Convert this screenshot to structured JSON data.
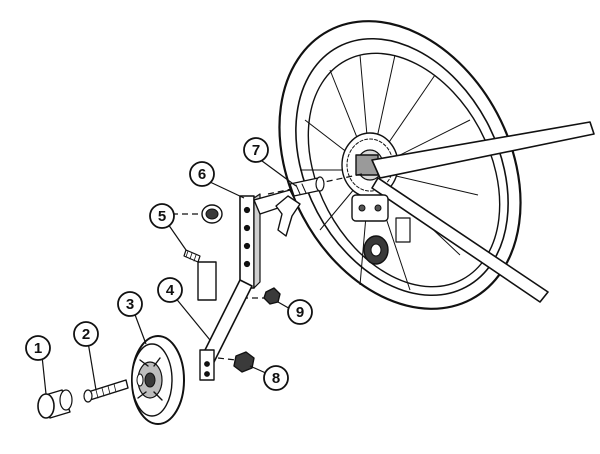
{
  "diagram": {
    "style": "black-and-white exploded parts view",
    "callouts": [
      {
        "number": "1",
        "part": "cap-knob"
      },
      {
        "number": "2",
        "part": "axle-bolt"
      },
      {
        "number": "3",
        "part": "training-wheel"
      },
      {
        "number": "4",
        "part": "wheel-strut"
      },
      {
        "number": "5",
        "part": "bolt"
      },
      {
        "number": "6",
        "part": "mounting-bracket"
      },
      {
        "number": "7",
        "part": "axle-spacer"
      },
      {
        "number": "8",
        "part": "hex-nut"
      },
      {
        "number": "9",
        "part": "hex-nut"
      }
    ]
  },
  "colors": {
    "line": "#111111",
    "fill_light": "#ffffff",
    "fill_mid": "#bdbdbd",
    "fill_dark": "#3a3a3a"
  }
}
